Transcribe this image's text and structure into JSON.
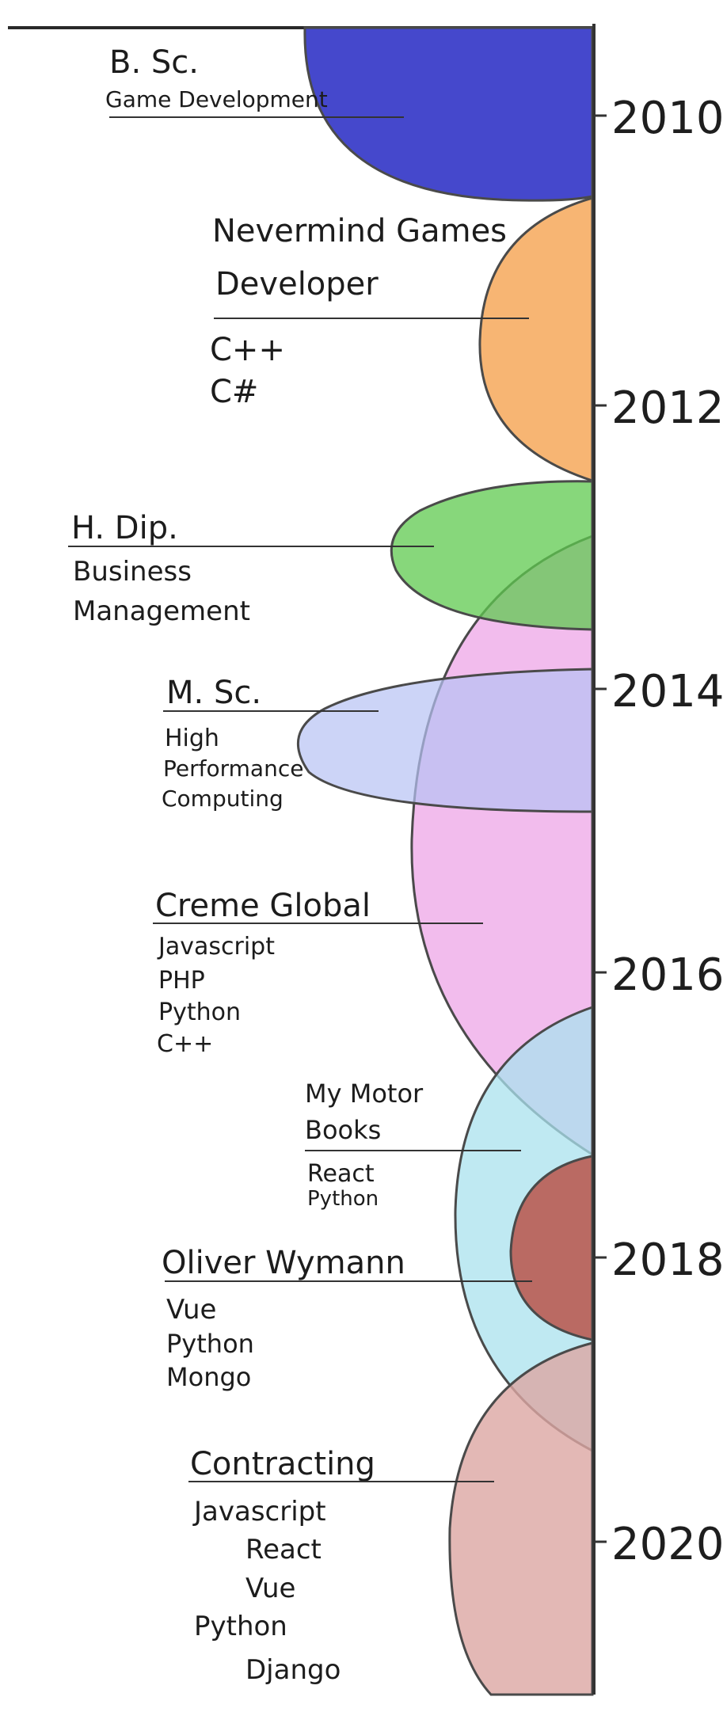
{
  "colors": {
    "bsc": "#3b3ec9",
    "nevermind": "#f6a85a",
    "hdip": "#5fc94f",
    "msc": "#b7c2f4",
    "creme": "#eca0e6",
    "mymotor": "#a9e2ee",
    "oliver": "#b8544a",
    "contracting": "#dca6a2",
    "axis": "#3a3a3a",
    "outline": "#555555"
  },
  "years": [
    "2010",
    "2012",
    "2014",
    "2016",
    "2018",
    "2020"
  ],
  "entries": [
    {
      "id": "bsc",
      "title_lines": [
        "B. Sc."
      ],
      "subtitle_lines": [
        "Game Development"
      ],
      "skills": []
    },
    {
      "id": "nevermind",
      "title_lines": [
        "Nevermind Games",
        "Developer"
      ],
      "subtitle_lines": [],
      "skills": [
        "C++",
        "C#"
      ]
    },
    {
      "id": "hdip",
      "title_lines": [
        "H. Dip."
      ],
      "subtitle_lines": [
        "Business",
        "Management"
      ],
      "skills": []
    },
    {
      "id": "msc",
      "title_lines": [
        "M. Sc."
      ],
      "subtitle_lines": [
        "High",
        "Performance",
        "Computing"
      ],
      "skills": []
    },
    {
      "id": "creme",
      "title_lines": [
        "Creme Global"
      ],
      "subtitle_lines": [],
      "skills": [
        "Javascript",
        "PHP",
        "Python",
        "C++"
      ]
    },
    {
      "id": "mymotor",
      "title_lines": [
        "My Motor",
        "Books"
      ],
      "subtitle_lines": [],
      "skills": [
        "React",
        "Python"
      ]
    },
    {
      "id": "oliver",
      "title_lines": [
        "Oliver Wymann"
      ],
      "subtitle_lines": [],
      "skills": [
        "Vue",
        "Python",
        "Mongo"
      ]
    },
    {
      "id": "contracting",
      "title_lines": [
        "Contracting"
      ],
      "subtitle_lines": [],
      "skills": [
        "Javascript",
        "React",
        "Vue",
        "Python",
        "Django"
      ]
    }
  ]
}
